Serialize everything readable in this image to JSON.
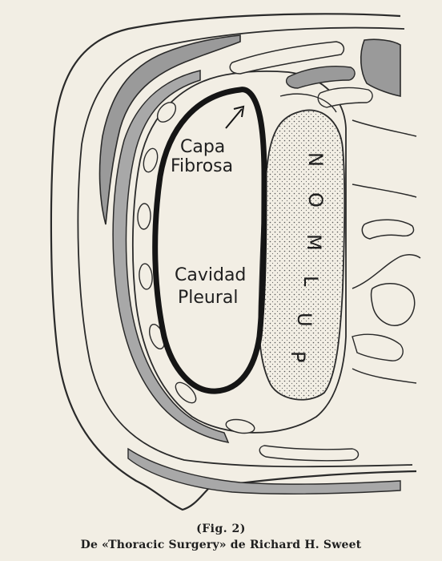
{
  "figure": {
    "labels": {
      "capa_line1": "Capa",
      "capa_line2": "Fibrosa",
      "cavidad_line1": "Cavidad",
      "cavidad_line2": "Pleural",
      "pulmon": "PULMON"
    },
    "caption": {
      "number": "(Fig. 2)",
      "text": "De «Thoracic Surgery» de Richard H. Sweet"
    }
  }
}
